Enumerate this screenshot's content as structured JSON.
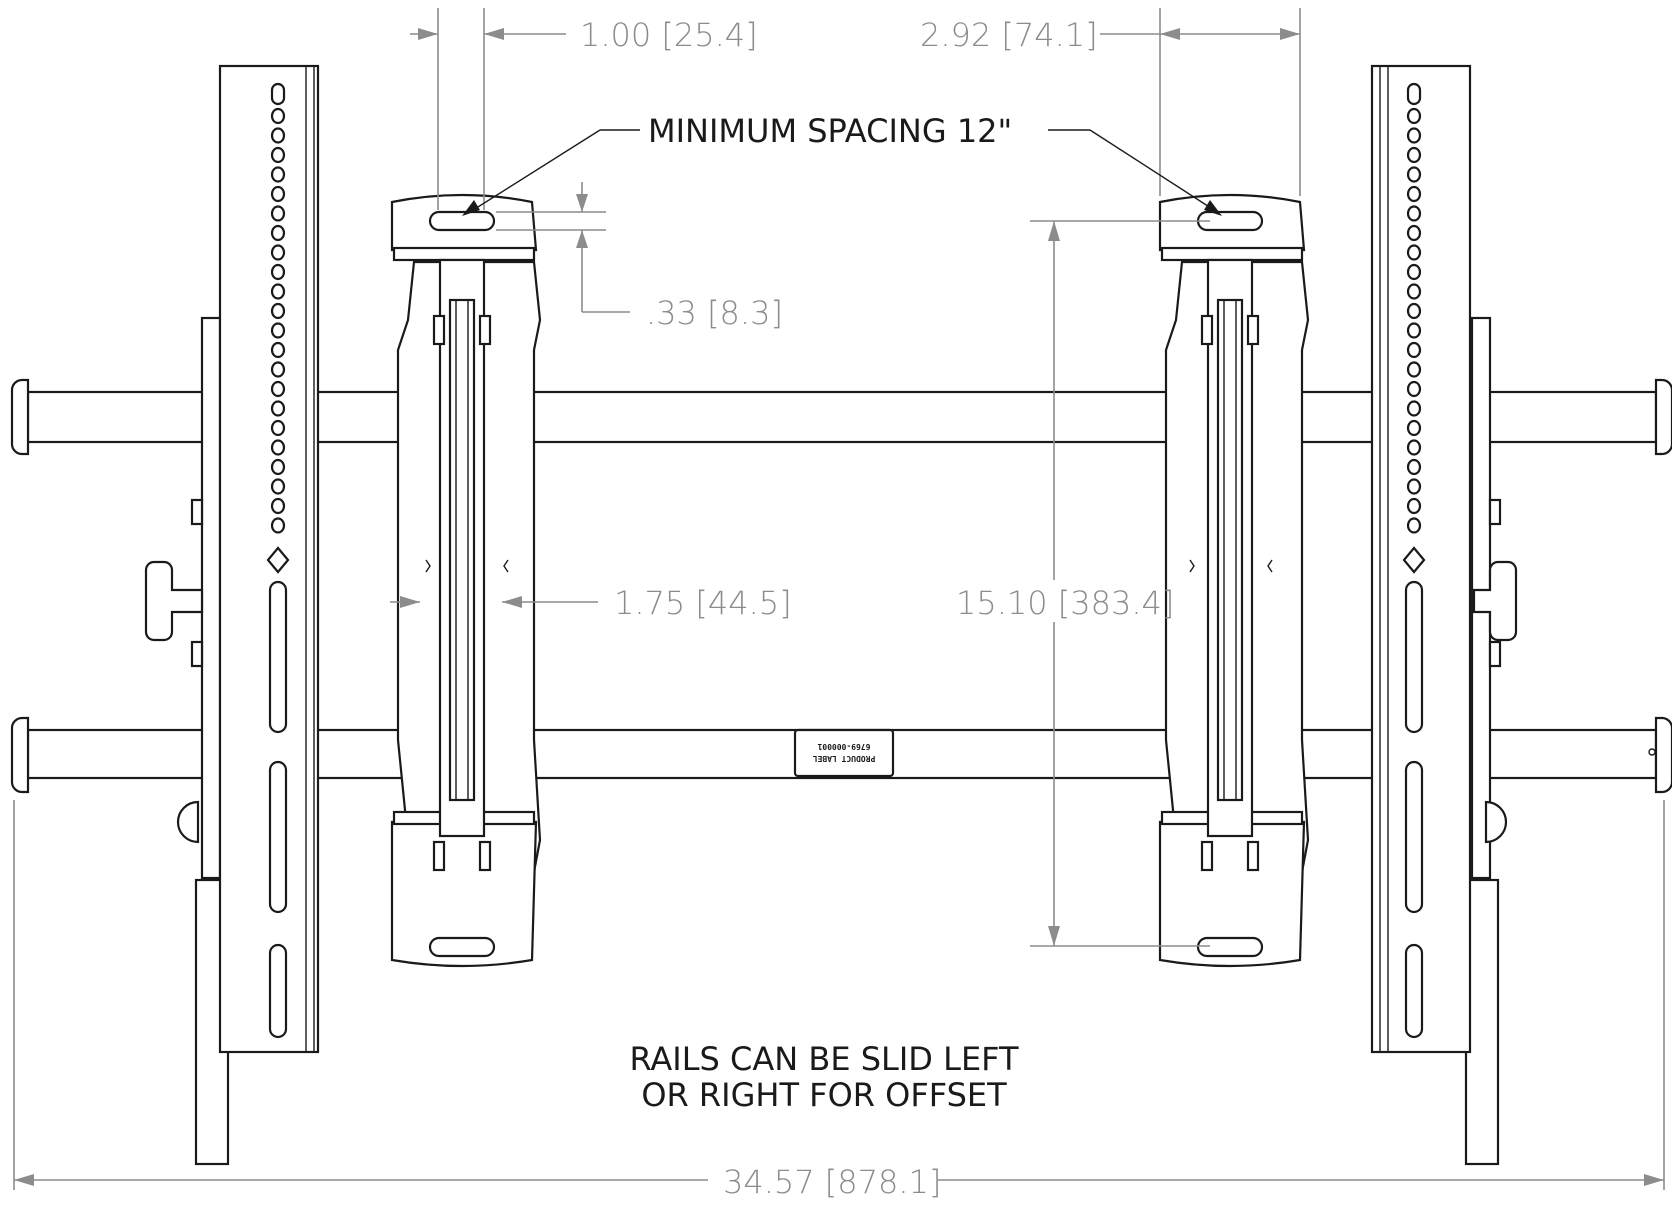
{
  "dimensions": {
    "slot_offset": "1.00 [25.4]",
    "arm_width": "2.92 [74.1]",
    "slot_height": ".33 [8.3]",
    "arm_depth": "1.75 [44.5]",
    "hole_span": "15.10 [383.4]",
    "overall_width": "34.57 [878.1]"
  },
  "notes": {
    "minimum_spacing": "MINIMUM SPACING 12\"",
    "rails_line1": "RAILS CAN BE SLID LEFT",
    "rails_line2": "OR RIGHT FOR OFFSET"
  },
  "label_plate": {
    "line1": "PRODUCT LABEL",
    "line2": "6769-000001"
  },
  "colors": {
    "line": "#1a1a1a",
    "dimension": "#8c8c8c",
    "background": "#ffffff"
  },
  "icons": [
    "diamond-marker-icon",
    "hole-circle-icon",
    "slot-icon",
    "arrowhead-icon",
    "knob-icon"
  ]
}
